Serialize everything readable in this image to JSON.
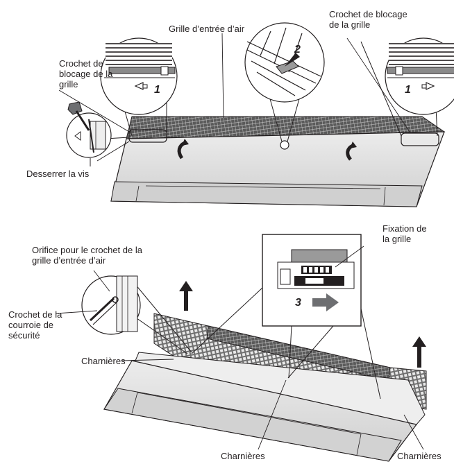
{
  "labels": {
    "grille_entree_air": "Grille d’entrée d’air",
    "crochet_blocage_left": [
      "Crochet de",
      "blocage de la",
      "grille"
    ],
    "crochet_blocage_right": [
      "Crochet de blocage",
      "de la grille"
    ],
    "desserrer_vis": "Desserrer la vis",
    "orifice": [
      "Orifice pour le crochet de la",
      "grille d’entrée d’air"
    ],
    "crochet_courroie": [
      "Crochet de la",
      "courroie de",
      "sécurité"
    ],
    "fixation": [
      "Fixation de",
      "la grille"
    ],
    "charnieres_left": "Charnières",
    "charnieres_bottom": "Charnières",
    "charnieres_right": "Charnières"
  },
  "steps": {
    "step1_left": "1",
    "step2": "2",
    "step1_right": "1",
    "step3": "3"
  },
  "colors": {
    "line": "#231f20",
    "panel": "#d9d9d9",
    "panel_dark": "#bfbfbf",
    "grille": "#3a3a3a",
    "arrow": "#6d6e71"
  }
}
